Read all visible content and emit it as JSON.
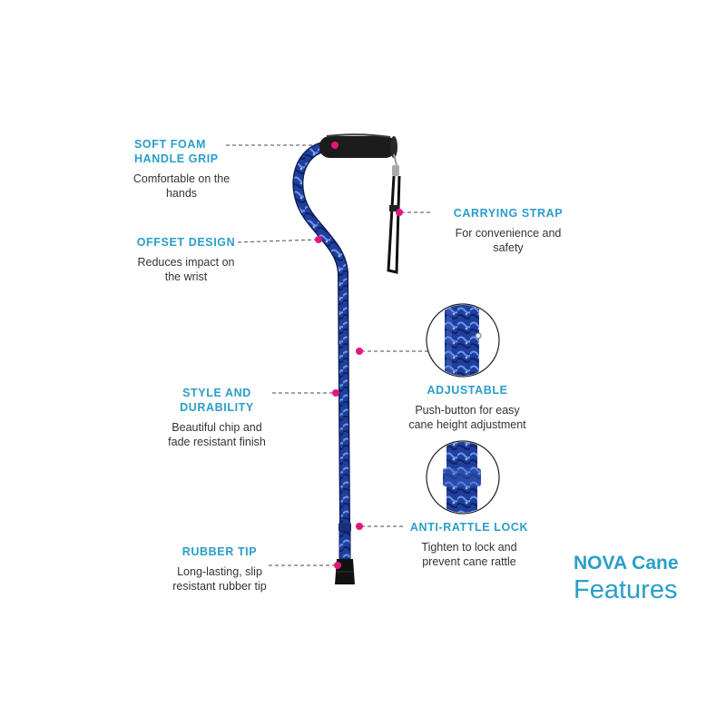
{
  "colors": {
    "accent": "#2a9ec9",
    "marker": "#e6157e",
    "cane_blue": "#1f3f9e",
    "body_text": "#333333",
    "foam": "#1c1c1c"
  },
  "features": {
    "grip": {
      "title_line1": "SOFT FOAM",
      "title_line2": "HANDLE GRIP",
      "desc_line1": "Comfortable on the",
      "desc_line2": "hands"
    },
    "offset": {
      "title_line1": "OFFSET DESIGN",
      "desc_line1": "Reduces impact on",
      "desc_line2": "the wrist"
    },
    "style": {
      "title_line1": "STYLE AND",
      "title_line2": "DURABILITY",
      "desc_line1": "Beautiful chip and",
      "desc_line2": "fade resistant finish"
    },
    "tip": {
      "title_line1": "RUBBER TIP",
      "desc_line1": "Long-lasting, slip",
      "desc_line2": "resistant rubber tip"
    },
    "strap": {
      "title_line1": "CARRYING STRAP",
      "desc_line1": "For convenience and",
      "desc_line2": "safety"
    },
    "adjust": {
      "title_line1": "ADJUSTABLE",
      "desc_line1": "Push-button for easy",
      "desc_line2": "cane height adjustment"
    },
    "lock": {
      "title_line1": "ANTI-RATTLE LOCK",
      "desc_line1": "Tighten to lock and",
      "desc_line2": "prevent cane rattle"
    }
  },
  "brand": {
    "line1": "NOVA Cane",
    "line2": "Features"
  },
  "icons": [
    "cane-illustration",
    "adjust-button-closeup",
    "anti-rattle-lock-closeup",
    "feature-marker-dot"
  ]
}
